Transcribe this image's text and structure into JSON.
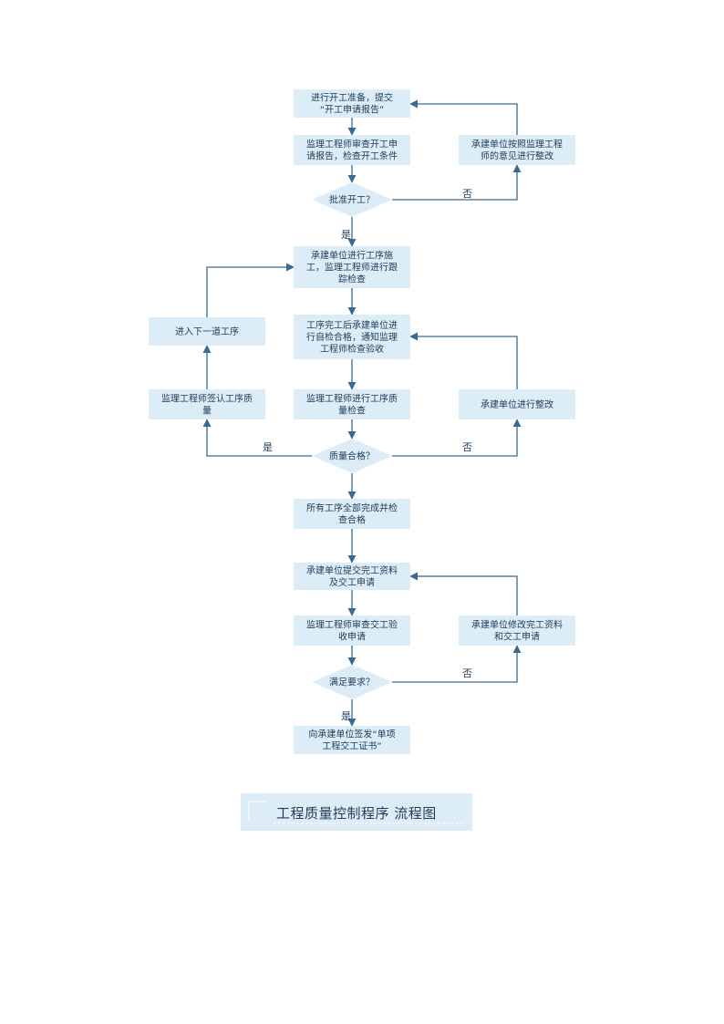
{
  "colors": {
    "node_fill": "#dcedf8",
    "line": "#3a6a8f",
    "text": "#1f3b57",
    "title_fill": "#dcedf8",
    "title_accent": "#ffffff"
  },
  "nodes": [
    {
      "id": "n1",
      "shape": "process",
      "lines": [
        "进行开工准备，提交",
        "“开工申请报告”"
      ]
    },
    {
      "id": "n2",
      "shape": "process",
      "lines": [
        "监理工程师审查开工申",
        "请报告，检查开工条件"
      ]
    },
    {
      "id": "n3",
      "shape": "decision",
      "lines": [
        "批准开工？"
      ]
    },
    {
      "id": "n4",
      "shape": "process",
      "lines": [
        "承建单位按照监理工程",
        "师的意见进行整改"
      ]
    },
    {
      "id": "n5",
      "shape": "process",
      "lines": [
        "承建单位进行工序施",
        "工，监理工程师进行跟",
        "踪检查"
      ]
    },
    {
      "id": "n6",
      "shape": "process",
      "lines": [
        "工序完工后承建单位进",
        "行自检合格，通知监理",
        "工程师检查验收"
      ]
    },
    {
      "id": "n7",
      "shape": "process",
      "lines": [
        "进入下一道工序"
      ]
    },
    {
      "id": "n8",
      "shape": "process",
      "lines": [
        "监理工程师进行工序质",
        "量检查"
      ]
    },
    {
      "id": "n9",
      "shape": "process",
      "lines": [
        "监理工程师签认工序质",
        "量"
      ]
    },
    {
      "id": "n10",
      "shape": "process",
      "lines": [
        "承建单位进行整改"
      ]
    },
    {
      "id": "n11",
      "shape": "decision",
      "lines": [
        "质量合格？"
      ]
    },
    {
      "id": "n12",
      "shape": "process",
      "lines": [
        "所有工序全部完成并检",
        "查合格"
      ]
    },
    {
      "id": "n13",
      "shape": "process",
      "lines": [
        "承建单位提交完工资料",
        "及交工申请"
      ]
    },
    {
      "id": "n14",
      "shape": "process",
      "lines": [
        "监理工程师审查交工验",
        "收申请"
      ]
    },
    {
      "id": "n15",
      "shape": "process",
      "lines": [
        "承建单位修改完工资料",
        "和交工申请"
      ]
    },
    {
      "id": "n16",
      "shape": "decision",
      "lines": [
        "满足要求？"
      ]
    },
    {
      "id": "n17",
      "shape": "process",
      "lines": [
        "向承建单位签发“单项",
        "工程交工证书”"
      ]
    }
  ],
  "edges": [
    {
      "from": "n1",
      "to": "n2"
    },
    {
      "from": "n2",
      "to": "n3"
    },
    {
      "from": "n3",
      "to": "n4",
      "label": "否"
    },
    {
      "from": "n4",
      "to": "n1"
    },
    {
      "from": "n3",
      "to": "n5",
      "label": "是"
    },
    {
      "from": "n5",
      "to": "n6"
    },
    {
      "from": "n6",
      "to": "n8"
    },
    {
      "from": "n8",
      "to": "n11"
    },
    {
      "from": "n11",
      "to": "n9",
      "label": "是"
    },
    {
      "from": "n9",
      "to": "n7"
    },
    {
      "from": "n7",
      "to": "n5"
    },
    {
      "from": "n11",
      "to": "n10",
      "label": "否"
    },
    {
      "from": "n10",
      "to": "n6"
    },
    {
      "from": "n11",
      "to": "n12"
    },
    {
      "from": "n12",
      "to": "n13"
    },
    {
      "from": "n13",
      "to": "n14"
    },
    {
      "from": "n14",
      "to": "n16"
    },
    {
      "from": "n16",
      "to": "n15",
      "label": "否"
    },
    {
      "from": "n15",
      "to": "n13"
    },
    {
      "from": "n16",
      "to": "n17",
      "label": "是"
    }
  ],
  "caption": "工程质量控制程序  流程图"
}
